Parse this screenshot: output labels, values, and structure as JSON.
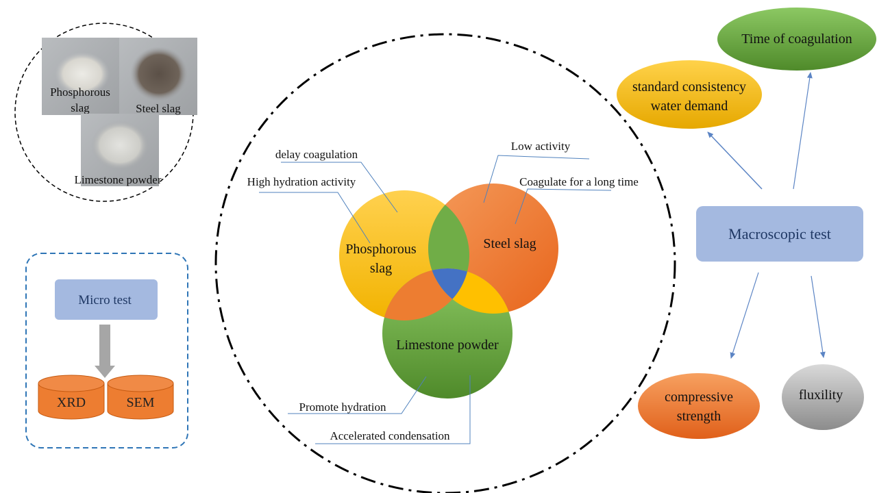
{
  "materials": {
    "phosphorous_slag": [
      "Phosphorous",
      "slag"
    ],
    "steel_slag": "Steel slag",
    "limestone_powder": "Limestone powder"
  },
  "micro": {
    "title": "Micro test",
    "tests": [
      "XRD",
      "SEM"
    ]
  },
  "venn": {
    "phosphorous_slag": [
      "Phosphorous",
      "slag"
    ],
    "steel_slag": "Steel slag",
    "limestone_powder": "Limestone powder",
    "annotations": {
      "delay_coagulation": "delay  coagulation",
      "high_hydration_activity": "High hydration activity",
      "low_activity": "Low activity",
      "coagulate_long_time": "Coagulate  for a long time",
      "promote_hydration": "Promote hydration",
      "accelerated_condensation": "Accelerated  condensation"
    }
  },
  "macro": {
    "title": "Macroscopic test",
    "outputs": {
      "time_of_coagulation": "Time  of coagulation",
      "standard_consistency": [
        "standard consistency",
        "water demand"
      ],
      "compressive_strength": [
        "compressive",
        "strength"
      ],
      "fluxility": "fluxility"
    }
  },
  "colors": {
    "phosphorous_slag": "#f5b800",
    "steel_slag": "#ed7125",
    "limestone_powder": "#70ad47",
    "center_overlap": "#4472c4",
    "blue_box": "#a4b9e0",
    "arrow_blue": "#5b84c4",
    "leader_line": "#4f81bd"
  }
}
